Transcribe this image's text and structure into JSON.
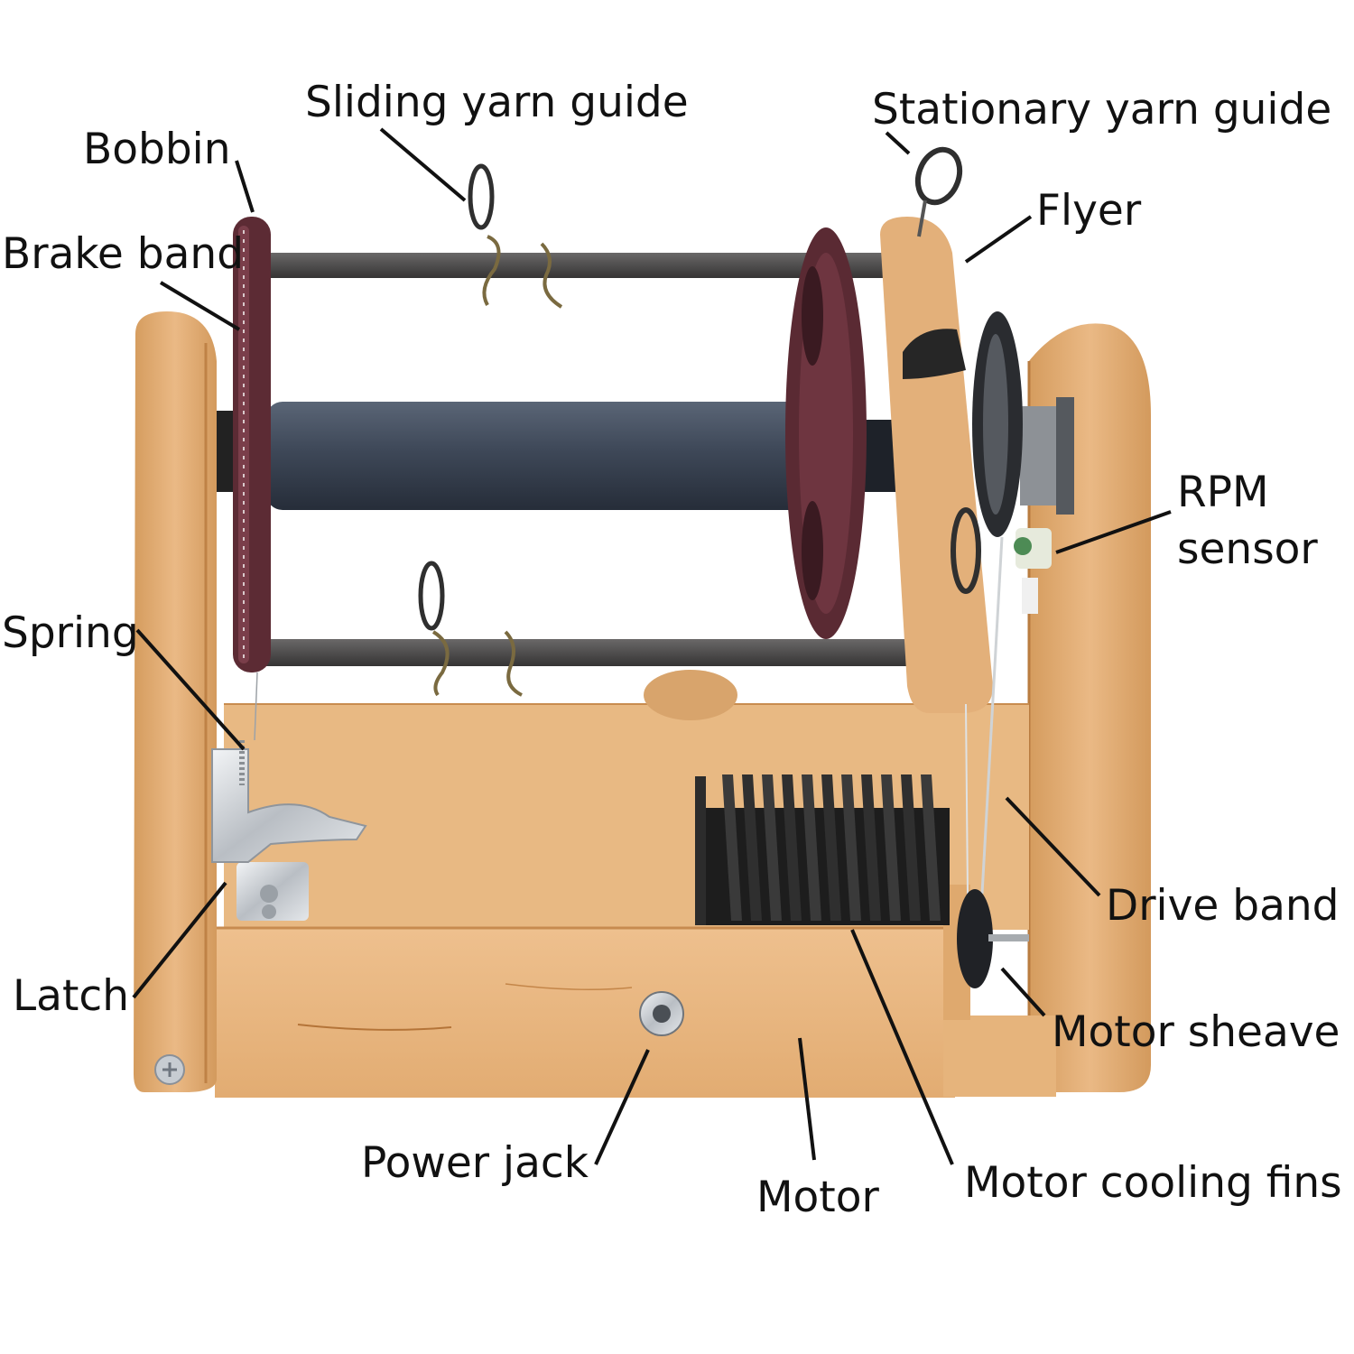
{
  "labels": {
    "bobbin": "Bobbin",
    "sliding_yarn_guide": "Sliding yarn guide",
    "stationary_yarn_guide": "Stationary yarn guide",
    "flyer": "Flyer",
    "brake_band": "Brake band",
    "rpm_sensor_line1": "RPM",
    "rpm_sensor_line2": "sensor",
    "spring": "Spring",
    "drive_band": "Drive band",
    "latch": "Latch",
    "motor_sheave": "Motor sheave",
    "power_jack": "Power jack",
    "motor": "Motor",
    "motor_cooling_fins": "Motor cooling fins"
  },
  "colors": {
    "wood": "#e2b27a",
    "wood_dark": "#c98f52",
    "bobbin_plastic": "#5a2a33",
    "core": "#3c4656",
    "metal_bar": "#4a4848",
    "heatsink": "#262626",
    "chrome": "#c8ccd0",
    "leader_line": "#111111"
  }
}
